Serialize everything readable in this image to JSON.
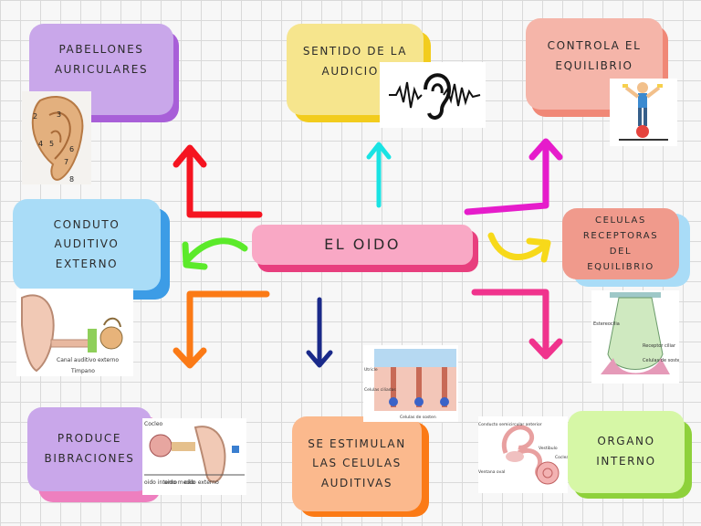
{
  "center": {
    "label": "EL OIDO"
  },
  "nodes": {
    "pabellones": {
      "text": "PABELLONES\nAURICULARES"
    },
    "sentido": {
      "text": "SENTIDO DE LA\nAUDICION"
    },
    "controla": {
      "text": "CONTROLA EL\nEQUILIBRIO"
    },
    "conduto": {
      "text": "CONDUTO\nAUDITIVO\nEXTERNO"
    },
    "celulas_receptoras": {
      "text": "CELULAS\nRECEPTORAS\nDEL\nEQUILIBRIO"
    },
    "produce": {
      "text": "PRODUCE\nBIBRACIONES"
    },
    "estimulan": {
      "text": "SE ESTIMULAN\nLAS CELULAS\nAUDITIVAS"
    },
    "organo": {
      "text": "ORGANO\nINTERNO"
    }
  },
  "images": {
    "ear_numbers": [
      "2",
      "3",
      "4",
      "5",
      "6",
      "7",
      "8"
    ],
    "middle_ear_labels": [
      "Canal auditivo externo",
      "Timpano"
    ],
    "cochlea_labels": [
      "Utricle",
      "Celulas ciliadas",
      "Celulas de sosten"
    ],
    "ear_section_labels": [
      "Cocleo",
      "oido interno",
      "oido medio",
      "oido externo"
    ],
    "balance_labels": [
      "Estereocilia",
      "Receptor ciliar",
      "Celulas de sosten"
    ],
    "inner_ear_labels": [
      "Conducto semicircular anterior",
      "Vestibulo",
      "Ventana oval",
      "Coclea"
    ]
  },
  "colors": {
    "purple": "#c9a7ea",
    "yellow": "#f6e58d",
    "salmon": "#f5b5a9",
    "blue": "#a9dcf7",
    "coral": "#f09a8c",
    "orange": "#fbb98d",
    "green": "#d6f7a6",
    "pink": "#f9a8c5"
  }
}
